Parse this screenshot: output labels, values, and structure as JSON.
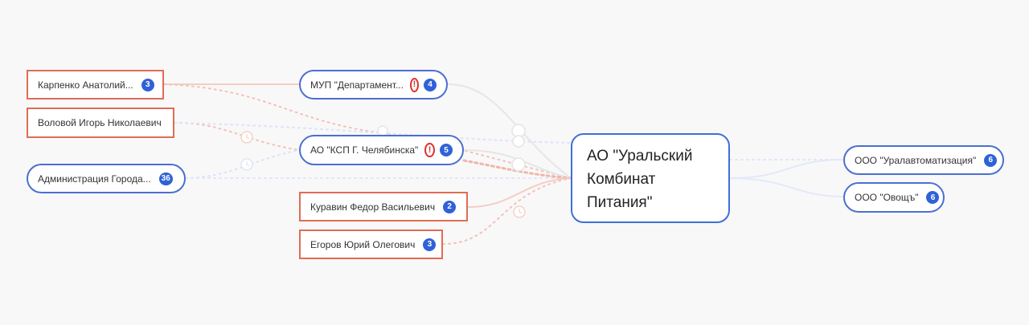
{
  "colors": {
    "background": "#f8f8f9",
    "company_border": "#4a6fd1",
    "person_border": "#e06c55",
    "badge": "#2f62d8",
    "warning": "#e0312e",
    "edge_person": "#f3c7bc",
    "edge_company": "#dbe3f7",
    "edge_neutral": "#e4e4e6"
  },
  "center_node": {
    "lines": [
      "АО \"Уральский",
      "Комбинат",
      "Питания\""
    ],
    "type": "company"
  },
  "left_outer_nodes": [
    {
      "label": "Карпенко Анатолий...",
      "type": "person",
      "badge": "3"
    },
    {
      "label": "Воловой Игорь Николаевич",
      "type": "person",
      "badge": null
    },
    {
      "label": "Администрация Города...",
      "type": "company",
      "badge": "36"
    }
  ],
  "left_inner_nodes": [
    {
      "label": "МУП \"Департамент...",
      "type": "company",
      "warning": true,
      "warning_icon": "exclamation-circle-icon",
      "badge": "4"
    },
    {
      "label": "АО \"КСП Г. Челябинска\"",
      "type": "company",
      "warning": true,
      "warning_icon": "exclamation-circle-icon",
      "badge": "5"
    },
    {
      "label": "Куравин Федор Васильевич",
      "type": "person",
      "badge": "2"
    },
    {
      "label": "Егоров Юрий Олегович",
      "type": "person",
      "badge": "3"
    }
  ],
  "right_nodes": [
    {
      "label": "ООО \"Уралавтоматизация\"",
      "type": "company",
      "badge": "6"
    },
    {
      "label": "ООО \"Овощъ\"",
      "type": "company",
      "badge": "6"
    }
  ],
  "edge_icons": [
    "clock-icon",
    "clock-icon",
    "clock-icon",
    "share-icon",
    "share-icon"
  ],
  "warning_glyph": "!"
}
